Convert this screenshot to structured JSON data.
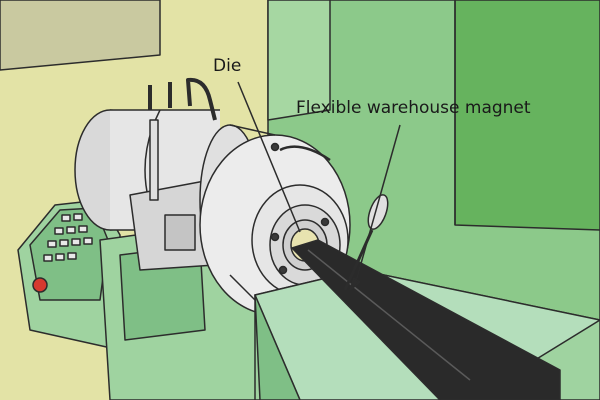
{
  "labels": {
    "die": "Die",
    "magnet": "Flexible warehouse magnet"
  },
  "colors": {
    "wall_yellow": "#e3e3a6",
    "wall_green": "#8cc98a",
    "wall_green_dark": "#66b35e",
    "machine_green": "#9fd3a0",
    "machine_metal": "#e6e6e6",
    "magnet_strip": "#2a2a2a",
    "outline": "#2c2c2c"
  },
  "icons": [
    "emergency-stop-button",
    "control-panel-buttons"
  ]
}
